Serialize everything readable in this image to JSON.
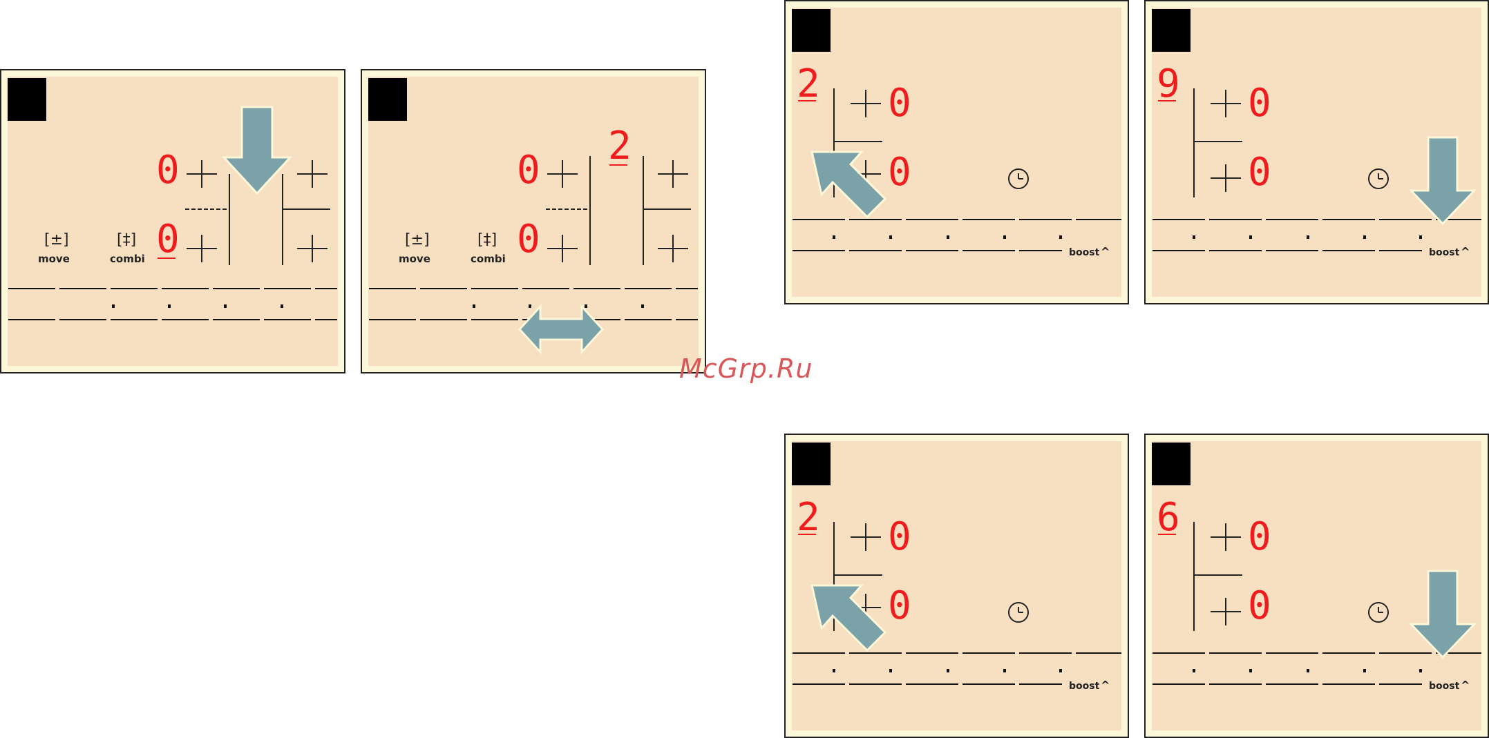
{
  "panels": [
    {
      "id": "p1",
      "type": "zones",
      "digits": [
        "0",
        "0"
      ],
      "topRight": "",
      "buttons": {
        "move": "move",
        "combi": "combi"
      },
      "arrow": "down"
    },
    {
      "id": "p2",
      "type": "zones",
      "digits": [
        "0",
        "0"
      ],
      "topRight": "2",
      "buttons": {
        "move": "move",
        "combi": "combi"
      },
      "arrow": "both"
    },
    {
      "id": "p3",
      "type": "timer",
      "digits": [
        "2",
        "0",
        "0"
      ],
      "boost": "boost",
      "arrow": "up-left"
    },
    {
      "id": "p4",
      "type": "timer",
      "digits": [
        "9",
        "0",
        "0"
      ],
      "boost": "boost",
      "arrow": "down"
    },
    {
      "id": "p5",
      "type": "timer",
      "digits": [
        "2",
        "0",
        "0"
      ],
      "boost": "boost",
      "arrow": "up-left"
    },
    {
      "id": "p6",
      "type": "timer",
      "digits": [
        "6",
        "0",
        "0"
      ],
      "boost": "boost",
      "arrow": "down"
    }
  ],
  "watermark": "McGrp.Ru",
  "colors": {
    "panel_bg": "#f7dfc1",
    "panel_border": "#fdf7d9",
    "digit": "#ee1c1c",
    "arrow": "#7ba2a8"
  }
}
